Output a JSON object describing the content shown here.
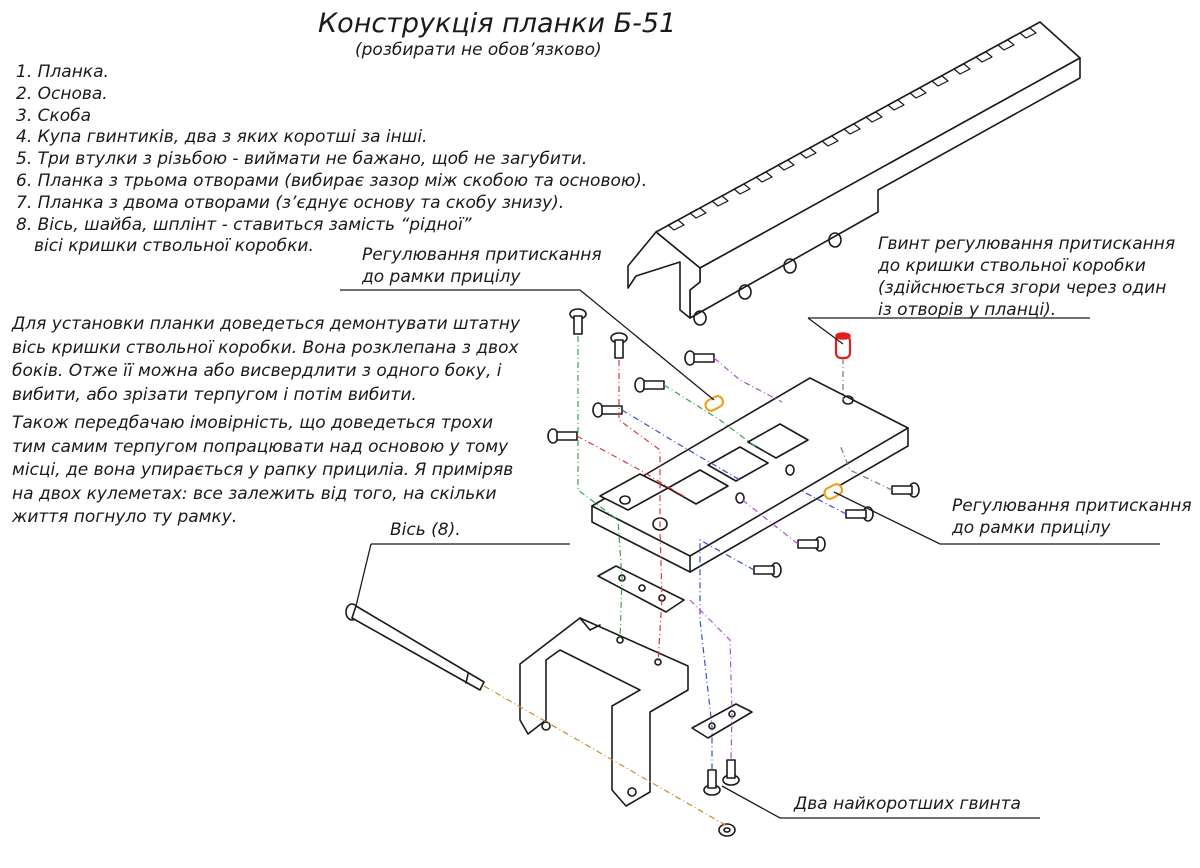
{
  "diagram": {
    "title": "Конструкція планки Б-51",
    "subtitle": "(розбирати не обов’язково)",
    "parts": [
      "1. Планка.",
      "2. Основа.",
      "3. Скоба",
      "4. Купа гвинтиків, два з яких коротші за інші.",
      "5. Три втулки з різьбою - виймати не бажано, щоб не загубити.",
      "6. Планка з трьома отворами (вибирає зазор між скобою та основою).",
      "7. Планка з двома отворами (з’єднує основу та скобу знизу).",
      "8. Вісь, шайба, шплінт - ставиться замість “рідної”"
    ],
    "parts_continuation": "вісі кришки ствольної коробки.",
    "note_1": "Для установки планки доведеться демонтувати штатну\nвісь кришки ствольної коробки. Вона розклепана з двох\nбоків. Отже її можна або висвердлити з одного боку, і\nвибити, або зрізати терпугом і потім вибити.",
    "note_2": "Також передбачаю імовірність, що доведеться трохи\nтим самим терпугом попрацювати над основою у тому\nмісці, де вона упирається у рапку прициліа. Я приміряв\nна двох кулеметах: все залежить від того, на скільки\nжиття погнуло ту рамку.",
    "callouts": {
      "adjust_top": "Регулювання притискання\nдо рамки прицілу",
      "adjust_right": "Регулювання притискання\nдо рамки прицілу",
      "screw": "Гвинт регулювання притискання\nдо кришки ствольної коробки\n(здійснюється згори через один\nіз отворів у планці).",
      "axis": "Вісь (8).",
      "short_screws": "Два найкоротших гвинта"
    }
  },
  "colors": {
    "ink": "#1a1a1a",
    "highlight_red": "#e02020",
    "highlight_orange": "#f0a020",
    "guide_green": "#2fa84f",
    "guide_red": "#d83a3a",
    "guide_purple": "#b04fcf",
    "guide_blue": "#3a4fc8",
    "guide_orange": "#d08a30",
    "guide_gray": "#777777"
  }
}
